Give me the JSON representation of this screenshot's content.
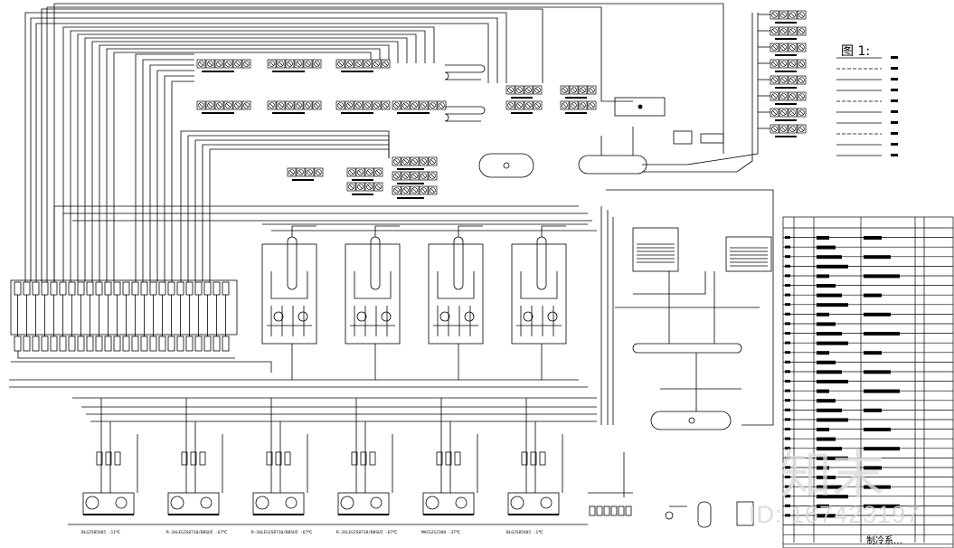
{
  "legend": {
    "title": "图 1:"
  },
  "pump_captions": [
    "BLG2585AU5 -11℃",
    "R-34LEG2S8710/B8SU5 -67℃",
    "R-34LEG2S8710/B8SU5 -67℃",
    "R-34LEG2S8710/B8SU5 -67℃",
    "MACG2S23U0 -37℃",
    "BLG2S85AU5 -1℃"
  ],
  "drawing_name": "制冷系…",
  "watermark": {
    "logo": "知末",
    "id": "ID: 167423197"
  },
  "colors": {
    "line": "#000000",
    "watermark": "#d7d7d7"
  },
  "icons": [
    "valve-icon",
    "pump-icon",
    "tank-icon",
    "cooling-tower-icon",
    "terminal-strip-icon"
  ]
}
